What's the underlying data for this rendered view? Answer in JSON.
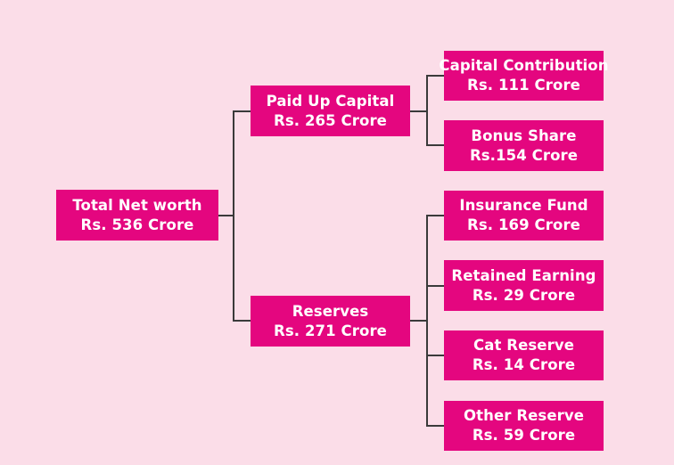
{
  "colors": {
    "background": "#fbdde8",
    "node_fill": "#e4067f",
    "node_text": "#ffffff",
    "connector": "#3a3a3a"
  },
  "root": {
    "title": "Total Net worth",
    "value": "Rs. 536 Crore"
  },
  "branches": [
    {
      "title": "Paid Up Capital",
      "value": "Rs. 265 Crore",
      "children": [
        {
          "title": "Capital Contribution",
          "value": "Rs. 111 Crore"
        },
        {
          "title": "Bonus Share",
          "value": "Rs.154 Crore"
        }
      ]
    },
    {
      "title": "Reserves",
      "value": "Rs. 271 Crore",
      "children": [
        {
          "title": "Insurance Fund",
          "value": "Rs. 169 Crore"
        },
        {
          "title": "Retained Earning",
          "value": "Rs. 29 Crore"
        },
        {
          "title": "Cat Reserve",
          "value": "Rs. 14 Crore"
        },
        {
          "title": "Other Reserve",
          "value": "Rs. 59 Crore"
        }
      ]
    }
  ]
}
